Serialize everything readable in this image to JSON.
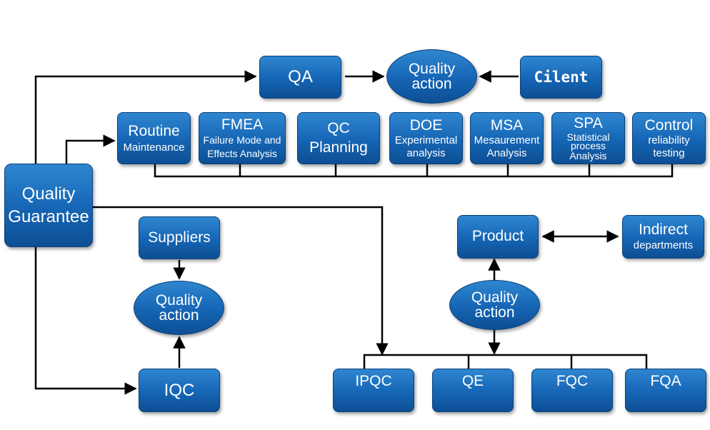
{
  "qa_row": {
    "qa": "QA",
    "quality_action": [
      "Quality",
      "action"
    ],
    "client": "Cilent"
  },
  "quality_guarantee": [
    "Quality",
    "Guarantee"
  ],
  "tools": [
    {
      "title": "Routine",
      "sub": [
        "Maintenance"
      ]
    },
    {
      "title": "FMEA",
      "sub": [
        "Failure Mode and",
        "Effects Analysis"
      ]
    },
    {
      "title": "QC",
      "sub": [
        "Planning"
      ]
    },
    {
      "title": "DOE",
      "sub": [
        "Experimental",
        "analysis"
      ]
    },
    {
      "title": "MSA",
      "sub": [
        "Mesaurement",
        "Analysis"
      ]
    },
    {
      "title": "SPA",
      "sub": [
        "Statistical",
        "process",
        "Analysis"
      ]
    },
    {
      "title": "Control",
      "sub": [
        "reliability",
        "testing"
      ]
    }
  ],
  "supplier_flow": {
    "suppliers": "Suppliers",
    "quality_action": [
      "Quality",
      "action"
    ],
    "iqc": "IQC"
  },
  "product_flow": {
    "product": "Product",
    "indirect": [
      "Indirect",
      "departments"
    ],
    "quality_action": [
      "Quality",
      "action"
    ],
    "outputs": [
      "IPQC",
      "QE",
      "FQC",
      "FQA"
    ]
  }
}
